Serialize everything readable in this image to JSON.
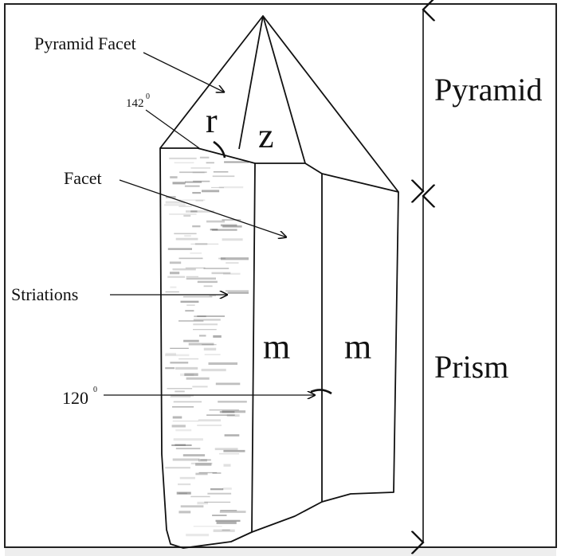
{
  "labels": {
    "pyramid_facet": "Pyramid Facet",
    "facet": "Facet",
    "striations": "Striations",
    "angle_top": "142",
    "angle_top_degree": "0",
    "angle_bottom": "120",
    "angle_bottom_degree": "0",
    "face_r": "r",
    "face_z": "z",
    "face_m_left": "m",
    "face_m_right": "m",
    "pyramid": "Pyramid",
    "prism": "Prism"
  },
  "colors": {
    "line": "#111111",
    "frame": "#222222",
    "shade": "#5a5a5a",
    "background": "#ffffff"
  }
}
